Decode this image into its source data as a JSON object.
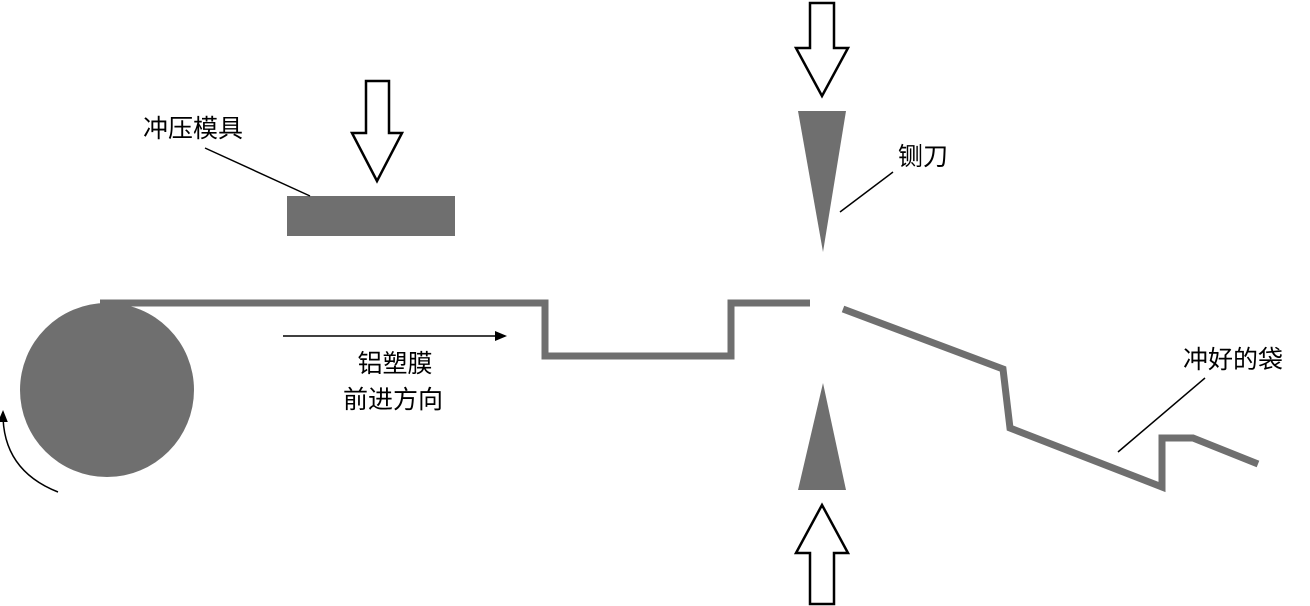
{
  "diagram": {
    "labels": {
      "die": "冲压模具",
      "cutter": "铡刀",
      "film_direction_line1": "铝塑膜",
      "film_direction_line2": "前进方向",
      "bag": "冲好的袋"
    },
    "colors": {
      "shape_gray": "#6f6f6f",
      "line_black": "#000000",
      "background": "#ffffff"
    }
  }
}
